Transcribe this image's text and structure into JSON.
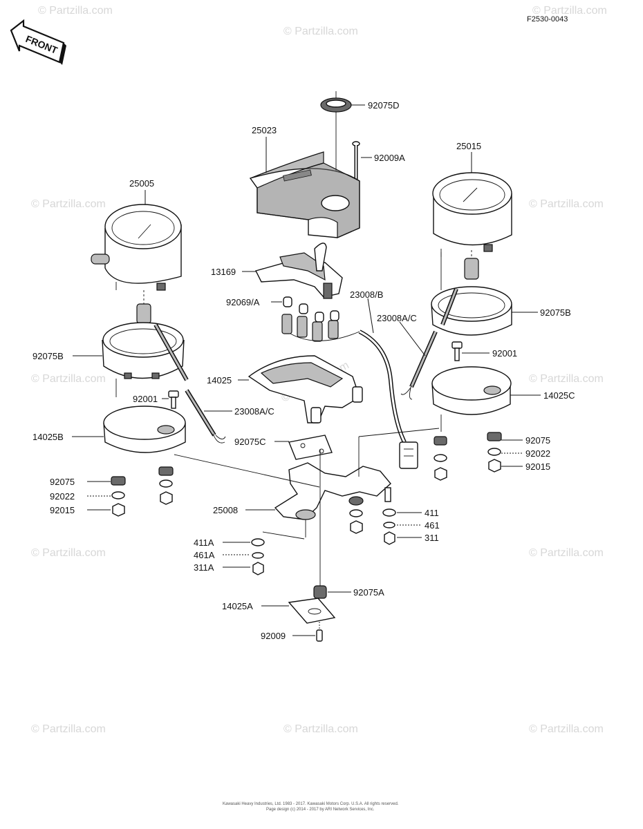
{
  "diagram_code": "F2530-0043",
  "front_label": "FRONT",
  "watermark_text": "© Partzilla.com",
  "footer": {
    "line1": "Kawasaki Heavy Industries, Ltd. 1983 - 2017. Kawasaki Motors Corp. U.S.A. All rights reserved.",
    "line2": "Page design (c) 2014 - 2017 by ARI Network Services, Inc."
  },
  "callouts": [
    {
      "id": "92075D",
      "label": "92075D"
    },
    {
      "id": "25023",
      "label": "25023"
    },
    {
      "id": "92009A",
      "label": "92009A"
    },
    {
      "id": "25015",
      "label": "25015"
    },
    {
      "id": "25005",
      "label": "25005"
    },
    {
      "id": "13169",
      "label": "13169"
    },
    {
      "id": "92069A",
      "label": "92069/A"
    },
    {
      "id": "23008B",
      "label": "23008/B"
    },
    {
      "id": "23008AC_right",
      "label": "23008A/C"
    },
    {
      "id": "92075B_right",
      "label": "92075B"
    },
    {
      "id": "92075B_left",
      "label": "92075B"
    },
    {
      "id": "92001_right",
      "label": "92001"
    },
    {
      "id": "14025",
      "label": "14025"
    },
    {
      "id": "14025C",
      "label": "14025C"
    },
    {
      "id": "92001_left",
      "label": "92001"
    },
    {
      "id": "23008AC_left",
      "label": "23008A/C"
    },
    {
      "id": "14025B",
      "label": "14025B"
    },
    {
      "id": "92075C",
      "label": "92075C"
    },
    {
      "id": "92075_right",
      "label": "92075"
    },
    {
      "id": "92022_right",
      "label": "92022"
    },
    {
      "id": "92015_right",
      "label": "92015"
    },
    {
      "id": "92075_left",
      "label": "92075"
    },
    {
      "id": "92022_left",
      "label": "92022"
    },
    {
      "id": "92015_left",
      "label": "92015"
    },
    {
      "id": "25008",
      "label": "25008"
    },
    {
      "id": "411",
      "label": "411"
    },
    {
      "id": "461",
      "label": "461"
    },
    {
      "id": "311",
      "label": "311"
    },
    {
      "id": "411A",
      "label": "411A"
    },
    {
      "id": "461A",
      "label": "461A"
    },
    {
      "id": "311A",
      "label": "311A"
    },
    {
      "id": "92075A",
      "label": "92075A"
    },
    {
      "id": "14025A",
      "label": "14025A"
    },
    {
      "id": "92009",
      "label": "92009"
    }
  ]
}
